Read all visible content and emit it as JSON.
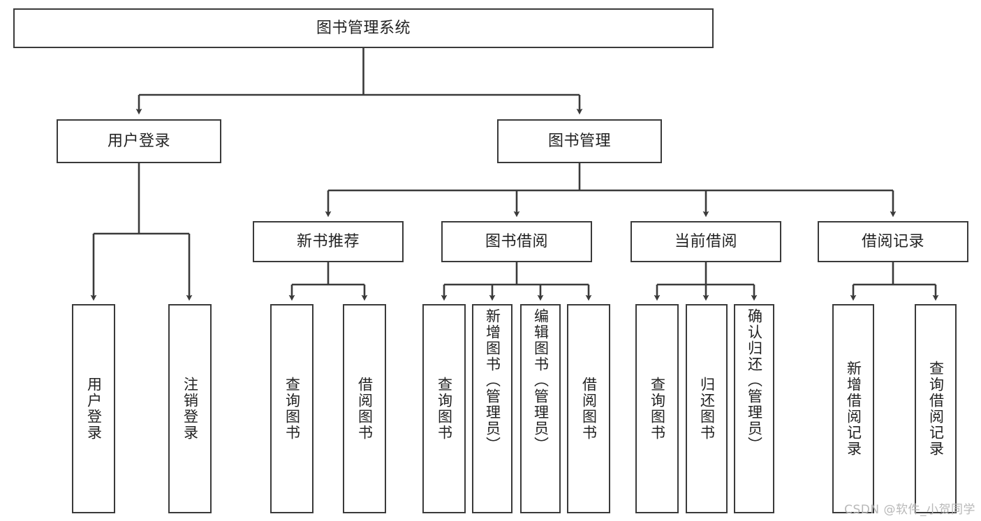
{
  "diagram": {
    "title_node": {
      "id": "root",
      "label": "图书管理系统"
    },
    "level1": [
      {
        "id": "user-login",
        "label": "用户登录"
      },
      {
        "id": "book-management",
        "label": "图书管理"
      }
    ],
    "level2": [
      {
        "id": "new-book-recommend",
        "label": "新书推荐"
      },
      {
        "id": "book-borrow",
        "label": "图书借阅"
      },
      {
        "id": "current-borrow",
        "label": "当前借阅"
      },
      {
        "id": "borrow-record",
        "label": "借阅记录"
      }
    ],
    "leaves": {
      "user_login": [
        {
          "id": "leaf-user-login",
          "label": "用户登录"
        },
        {
          "id": "leaf-logout-login",
          "label": "注销登录"
        }
      ],
      "new_book_recommend": [
        {
          "id": "leaf-query-book-1",
          "label": "查询图书"
        },
        {
          "id": "leaf-borrow-book-1",
          "label": "借阅图书"
        }
      ],
      "book_borrow": [
        {
          "id": "leaf-query-book-2",
          "label": "查询图书"
        },
        {
          "id": "leaf-add-book",
          "label": "新增图书（管理员）"
        },
        {
          "id": "leaf-edit-book",
          "label": "编辑图书（管理员）"
        },
        {
          "id": "leaf-borrow-book-2",
          "label": "借阅图书"
        }
      ],
      "current_borrow": [
        {
          "id": "leaf-query-book-3",
          "label": "查询图书"
        },
        {
          "id": "leaf-return-book",
          "label": "归还图书"
        },
        {
          "id": "leaf-confirm-return",
          "label": "确认归还（管理员）"
        }
      ],
      "borrow_record": [
        {
          "id": "leaf-add-record",
          "label": "新增借阅记录"
        },
        {
          "id": "leaf-query-record",
          "label": "查询借阅记录"
        }
      ]
    }
  },
  "watermark": {
    "text": "CSDN @软件_小贺同学"
  },
  "colors": {
    "box_border": "#3a3a3a",
    "box_fill": "#ffffff",
    "line": "#3a3a3a",
    "text": "#222222",
    "watermark": "#b8b8b8"
  }
}
